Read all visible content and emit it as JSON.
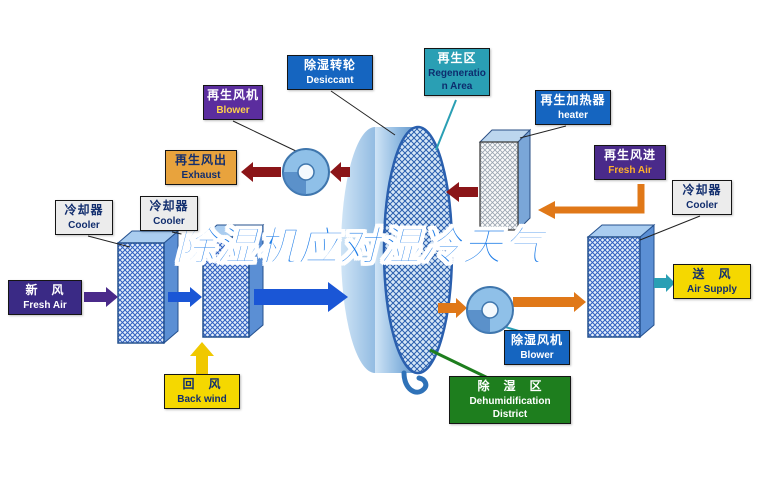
{
  "watermark": "除湿机应对湿冷天气",
  "labels": {
    "desiccant": {
      "zh": "除湿转轮",
      "en": "Desiccant"
    },
    "regeneration_area": {
      "zh": "再生区",
      "en": "Regeneration Area"
    },
    "regen_blower": {
      "zh": "再生风机",
      "en": "Blower"
    },
    "regen_heater": {
      "zh": "再生加热器",
      "en": "heater"
    },
    "regen_exhaust": {
      "zh": "再生风出",
      "en": "Exhaust"
    },
    "regen_fresh_air": {
      "zh": "再生风进",
      "en": "Fresh Air"
    },
    "cooler_left_outer": {
      "zh": "冷却器",
      "en": "Cooler"
    },
    "cooler_left_inner": {
      "zh": "冷却器",
      "en": "Cooler"
    },
    "cooler_right": {
      "zh": "冷却器",
      "en": "Cooler"
    },
    "fresh_air_inlet": {
      "zh": "新　风",
      "en": "Fresh Air"
    },
    "air_supply": {
      "zh": "送　风",
      "en": "Air Supply"
    },
    "back_wind": {
      "zh": "回　风",
      "en": "Back wind"
    },
    "dehumid_blower": {
      "zh": "除湿风机",
      "en": "Blower"
    },
    "dehumid_district": {
      "zh": "除　湿　区",
      "en_line1": "Dehumidification",
      "en_line2": "District"
    }
  },
  "colors": {
    "label_blue": "#1565c0",
    "label_teal": "#2a9fb4",
    "label_purple": "#5b2d9e",
    "label_purple_dark": "#4a2a8a",
    "label_indigo": "#3a2a85",
    "label_orange": "#e8a33d",
    "label_yellow": "#f5d800",
    "label_gray": "#ececec",
    "label_green": "#1e7e1e",
    "arrow_dark_red": "#8b1518",
    "arrow_orange": "#e07818",
    "arrow_blue": "#1a56d6",
    "arrow_purple": "#4a2a8a",
    "arrow_yellow": "#f0c800",
    "arrow_teal": "#2a9fb4",
    "watermark_blue": "#1e7de8"
  }
}
